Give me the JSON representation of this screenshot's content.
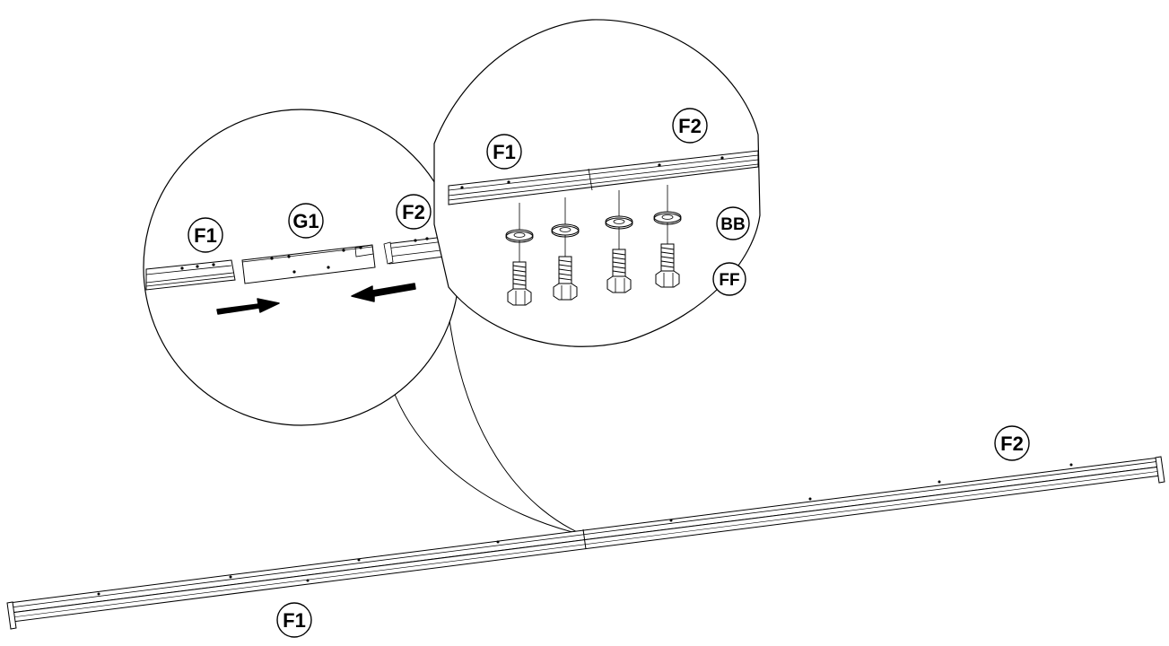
{
  "diagram": {
    "type": "assembly-instruction",
    "labels": {
      "rail_left_main": "F1",
      "rail_right_main": "F2",
      "detail_left_rail": "F1",
      "detail_connector": "G1",
      "detail_right_rail": "F2",
      "detail2_left_rail": "F1",
      "detail2_right_rail": "F2",
      "washer": "BB",
      "bolt": "FF"
    }
  }
}
